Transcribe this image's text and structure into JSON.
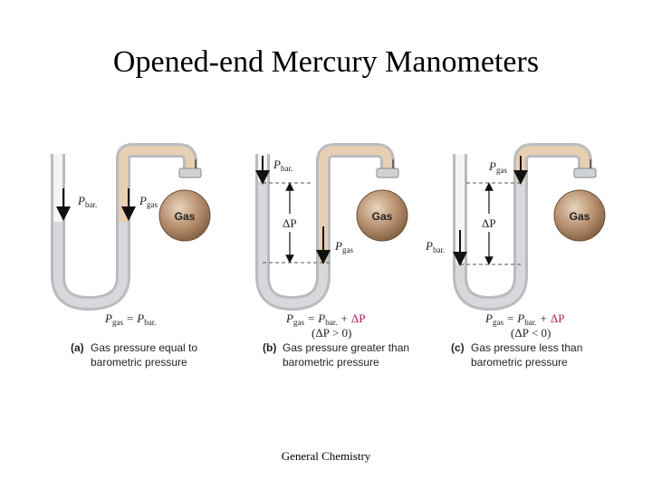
{
  "title": "Opened-end Mercury Manometers",
  "footer": "General Chemistry",
  "labels": {
    "P": "P",
    "bar_sub": "bar.",
    "gas_sub": "gas",
    "gas_bulb": "Gas",
    "delta_p": "ΔP",
    "equals": "=",
    "plus": "+",
    "gt0": "> 0)",
    "lt0": "< 0)",
    "open_paren": "("
  },
  "panels": [
    {
      "letter": "(a)",
      "line1": "Gas pressure equal to",
      "line2": "barometric pressure"
    },
    {
      "letter": "(b)",
      "line1": "Gas pressure greater than",
      "line2": "barometric pressure"
    },
    {
      "letter": "(c)",
      "line1": "Gas pressure less than",
      "line2": "barometric pressure"
    }
  ],
  "colors": {
    "glass": "#b8bcbf",
    "glass_inner": "#f2f3f4",
    "mercury": "#c9ccd0",
    "gas_tube": "#e8cfb2",
    "bulb": "#a88260",
    "delta_red": "#c2185b",
    "arrow": "#111111"
  }
}
